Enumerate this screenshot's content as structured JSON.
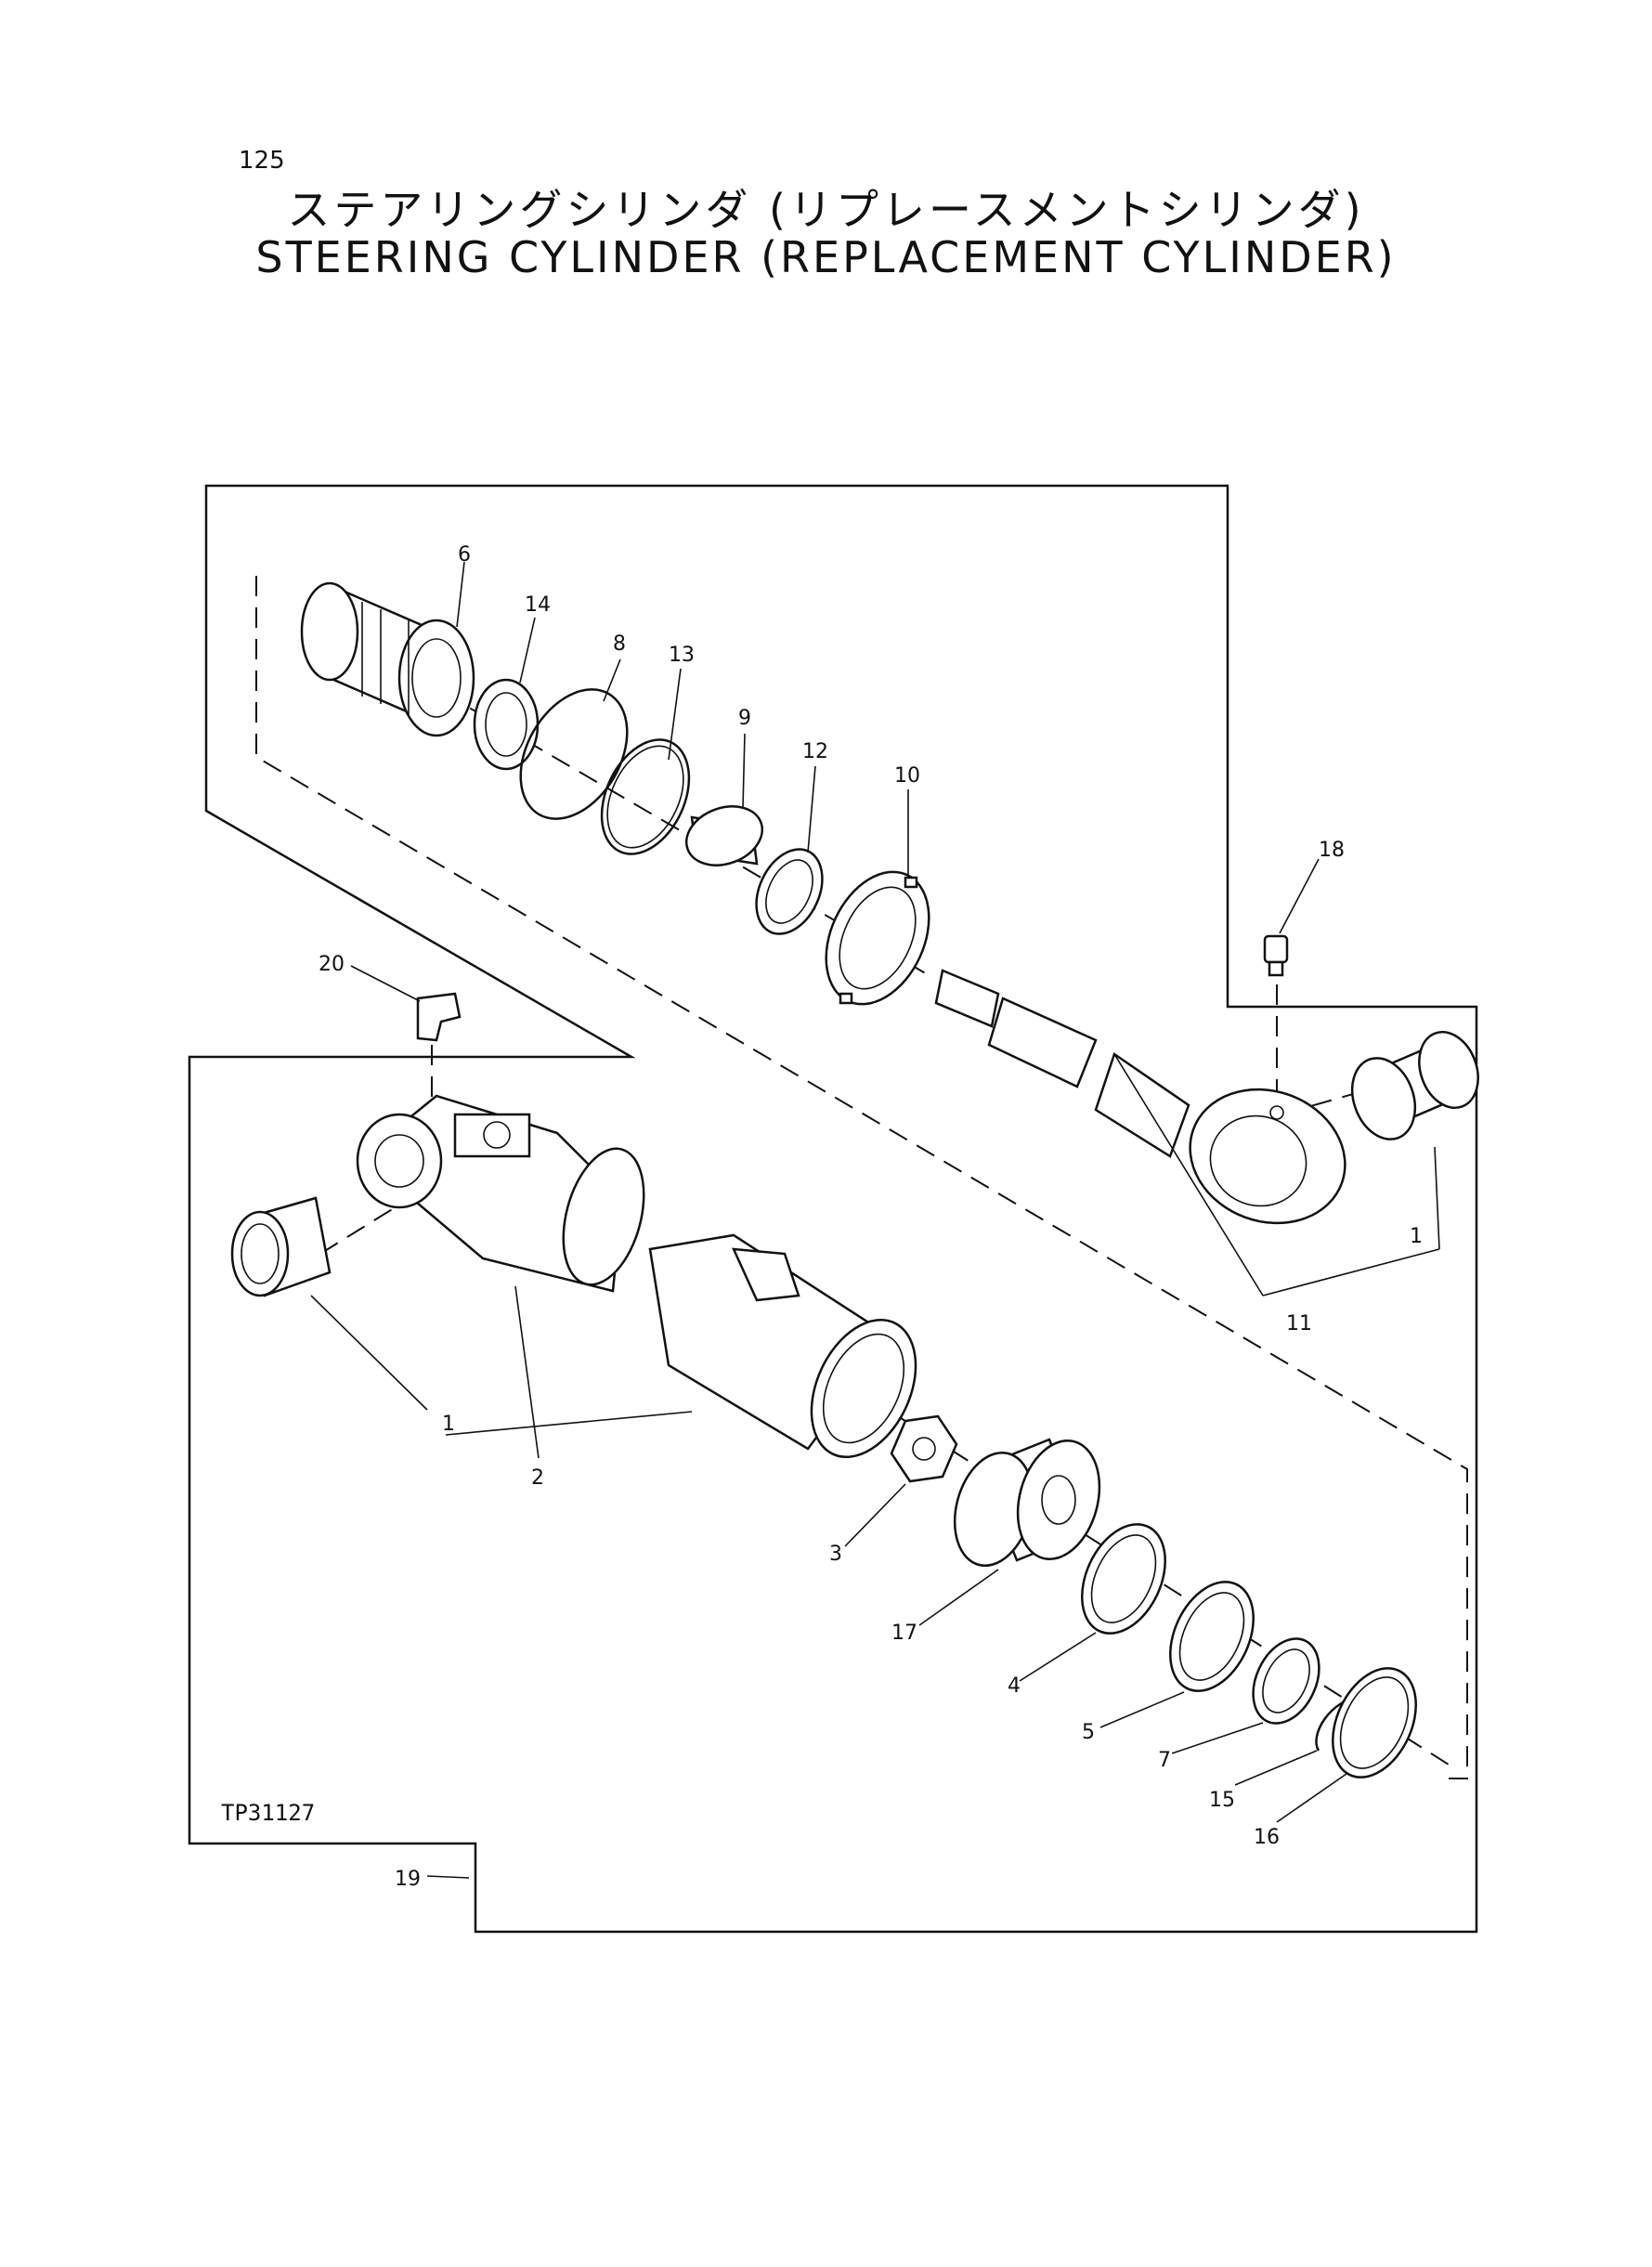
{
  "page": {
    "number": "125"
  },
  "title": {
    "japanese": "ステアリングシリンダ (リプレースメントシリンダ)",
    "english": "STEERING CYLINDER (REPLACEMENT CYLINDER)"
  },
  "diagram": {
    "reference": "TP31127",
    "callouts": [
      "1",
      "1",
      "2",
      "3",
      "4",
      "5",
      "6",
      "7",
      "8",
      "9",
      "10",
      "11",
      "12",
      "13",
      "14",
      "15",
      "16",
      "17",
      "18",
      "19",
      "20"
    ]
  }
}
